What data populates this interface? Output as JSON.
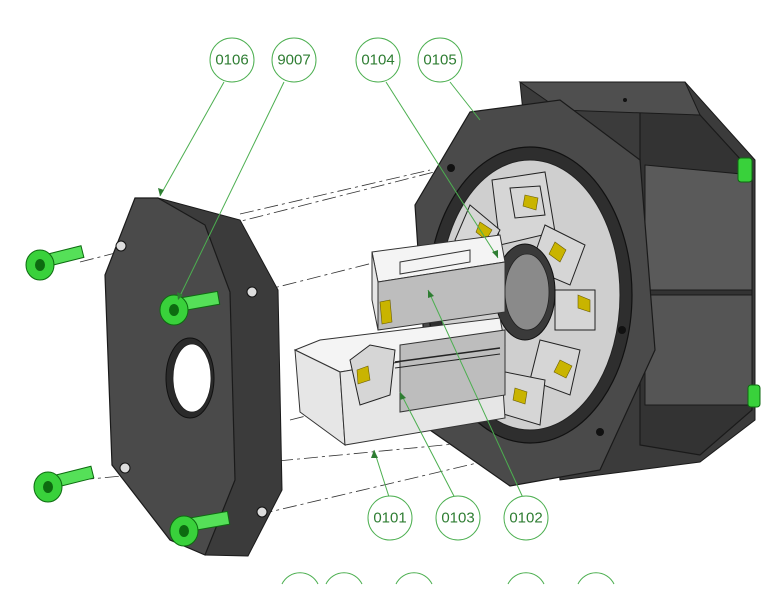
{
  "balloons": {
    "b0106": "0106",
    "b9007": "9007",
    "b0104": "0104",
    "b0105": "0105",
    "b0101": "0101",
    "b0103": "0103",
    "b0102": "0102"
  },
  "colors": {
    "balloon_text": "#2e7d32",
    "balloon_stroke": "#4caf50",
    "housing": "#4a4a4a",
    "screws": "#39d13b",
    "magnet_arrows": "#c9b400"
  }
}
